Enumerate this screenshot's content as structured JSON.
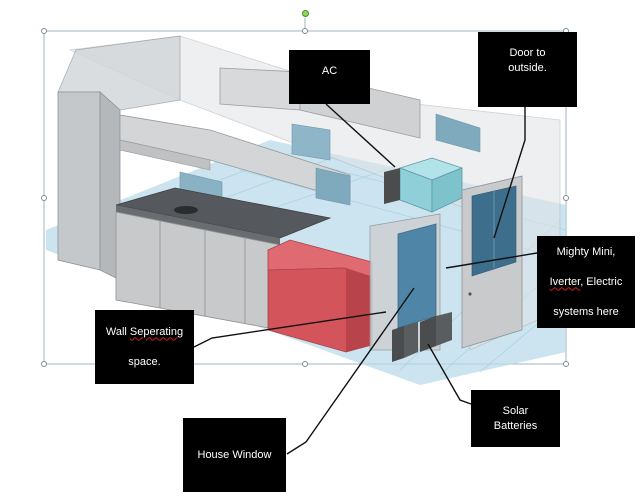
{
  "callouts": {
    "ac": "AC",
    "door": "Door to\noutside.",
    "mighty_line1": "Mighty Mini,",
    "mighty_line2a": "Iverter",
    "mighty_line2b": ", Electric",
    "mighty_line3": "systems here",
    "wall_line1a": "Wall ",
    "wall_line1b": "Seperating",
    "wall_line2": "space.",
    "house_window": "House Window",
    "solar": "Solar\nBatteries"
  },
  "colors": {
    "floor_blue": "#b9dbe9",
    "wall_gray": "#c9c9c9",
    "counter_dark": "#55585c",
    "couch_red": "#d4545c",
    "ac_unit": "#8fd0d8",
    "window_blue": "#4f86a8",
    "callout_bg": "#000000"
  }
}
